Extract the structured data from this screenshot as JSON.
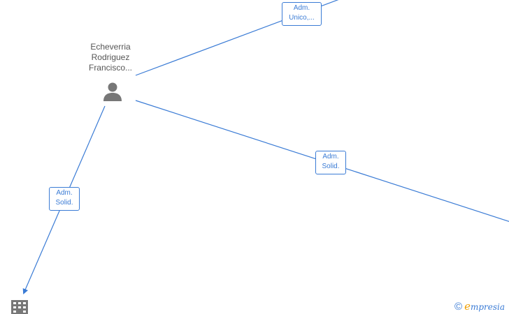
{
  "person": {
    "name_lines": [
      "Echeverria",
      "Rodriguez",
      "Francisco..."
    ],
    "icon": "person-icon"
  },
  "company": {
    "icon": "building-icon"
  },
  "edges": [
    {
      "label_lines": [
        "Adm.",
        "Unico,..."
      ]
    },
    {
      "label_lines": [
        "Adm.",
        "Solid."
      ]
    },
    {
      "label_lines": [
        "Adm.",
        "Solid."
      ]
    }
  ],
  "footer": {
    "symbol": "©",
    "brand_initial": "e",
    "brand_rest": "mpresia"
  },
  "colors": {
    "edge": "#3a7bd5",
    "node_icon": "#777777",
    "brand_accent": "#f0a000"
  }
}
